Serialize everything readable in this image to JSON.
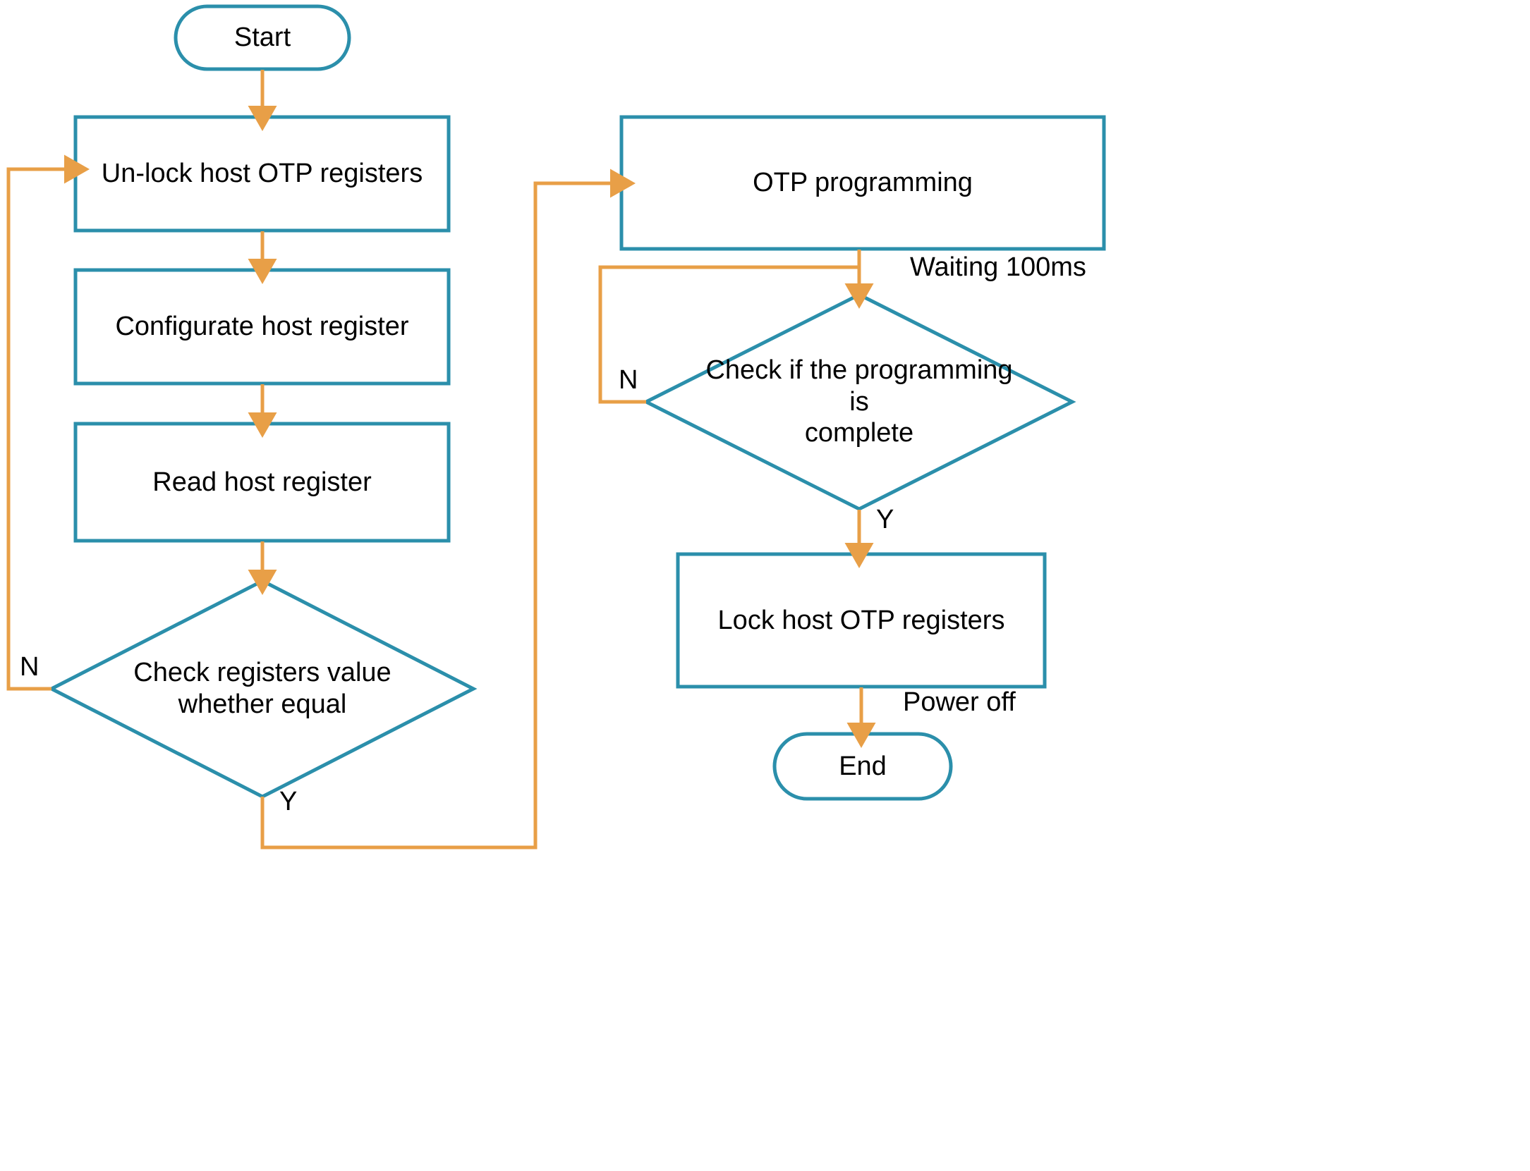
{
  "diagram": {
    "title": "OTP programming flowchart",
    "colors": {
      "shape_stroke": "#2b8fab",
      "connector": "#e89f47",
      "text": "#000000",
      "background": "#ffffff"
    },
    "nodes": {
      "start": {
        "label": "Start",
        "shape": "stadium"
      },
      "unlock": {
        "label": "Un-lock host OTP registers",
        "shape": "process"
      },
      "configurate": {
        "label": "Configurate host register",
        "shape": "process"
      },
      "read": {
        "label": "Read host register",
        "shape": "process"
      },
      "check_equal": {
        "label": "Check registers value\nwhether equal",
        "shape": "decision"
      },
      "otp_programming": {
        "label": "OTP programming",
        "shape": "process"
      },
      "check_complete": {
        "label": "Check if the programming is\ncomplete",
        "shape": "decision"
      },
      "lock": {
        "label": "Lock host OTP registers",
        "shape": "process"
      },
      "end": {
        "label": "End",
        "shape": "stadium"
      }
    },
    "edge_labels": {
      "check_equal_no": "N",
      "check_equal_yes": "Y",
      "waiting": "Waiting 100ms",
      "check_complete_no": "N",
      "check_complete_yes": "Y",
      "power_off": "Power off"
    }
  }
}
